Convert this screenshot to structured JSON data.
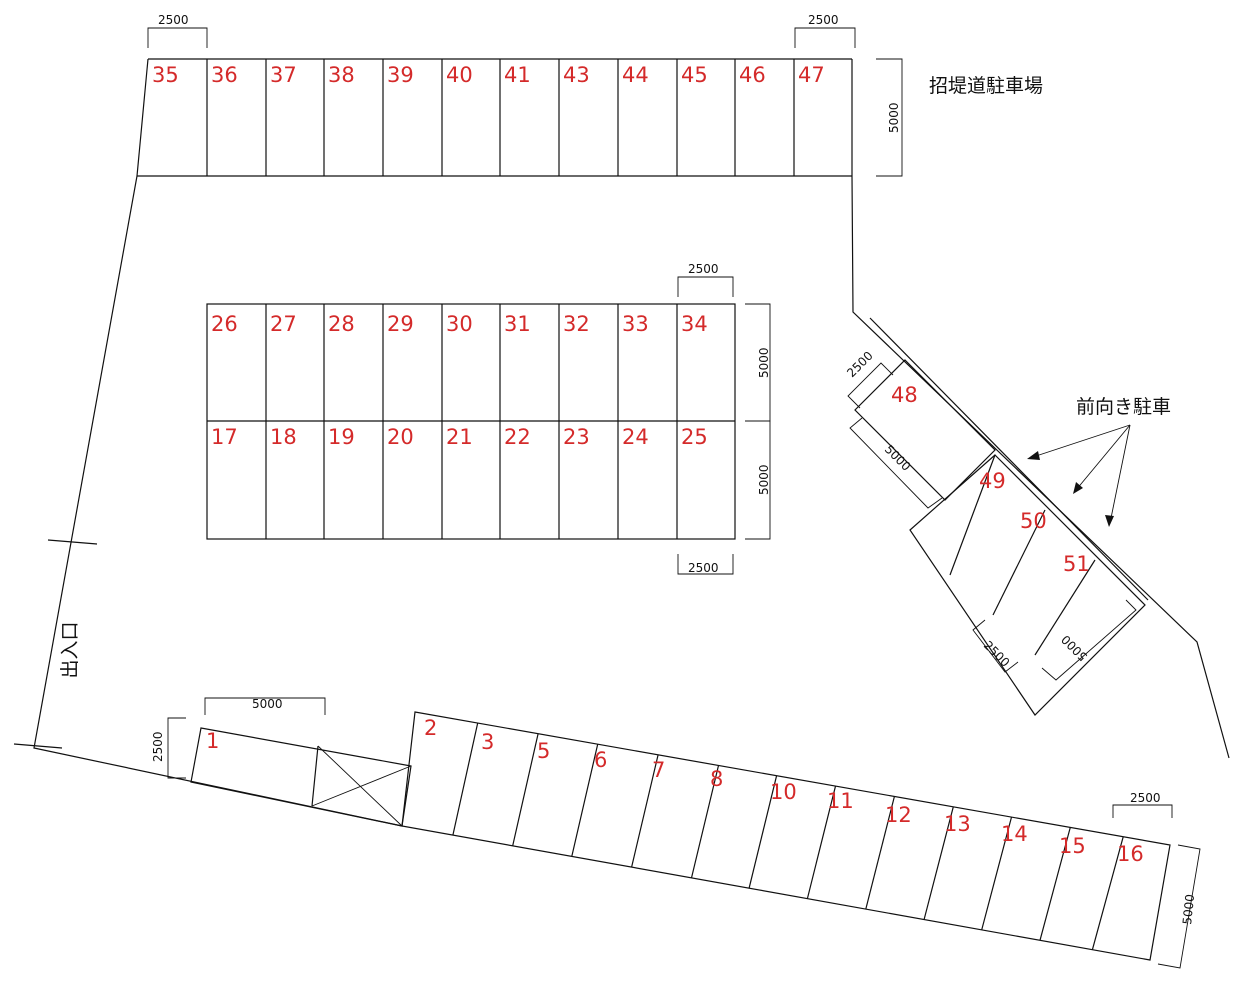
{
  "title": "招堤道駐車場",
  "entrance_label": "出入口",
  "forward_parking_label": "前向き駐車",
  "dimensions": {
    "width_2500": "2500",
    "depth_5000": "5000",
    "length_5000": "5000"
  },
  "stalls": {
    "top_row": [
      "35",
      "36",
      "37",
      "38",
      "39",
      "40",
      "41",
      "43",
      "44",
      "45",
      "46",
      "47"
    ],
    "middle_upper": [
      "26",
      "27",
      "28",
      "29",
      "30",
      "31",
      "32",
      "33",
      "34"
    ],
    "middle_lower": [
      "17",
      "18",
      "19",
      "20",
      "21",
      "22",
      "23",
      "24",
      "25"
    ],
    "diagonal": [
      "48",
      "49",
      "50",
      "51"
    ],
    "bottom_parallel": [
      "1"
    ],
    "bottom_row": [
      "2",
      "3",
      "5",
      "6",
      "7",
      "8",
      "10",
      "11",
      "12",
      "13",
      "14",
      "15",
      "16"
    ]
  },
  "colors": {
    "stall_number": "#d42a2a",
    "lines": "#111111"
  }
}
